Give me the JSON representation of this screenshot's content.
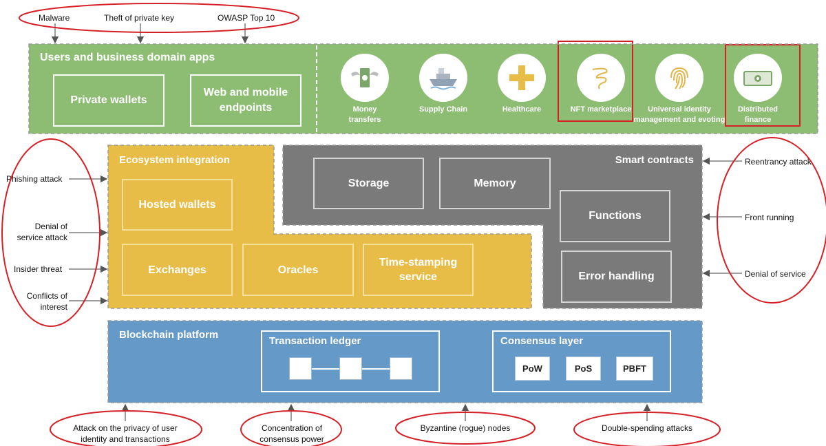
{
  "top_threats": [
    "Malware",
    "Theft of private key",
    "OWASP Top 10"
  ],
  "users_layer": {
    "title": "Users and business domain apps",
    "boxes": [
      "Private wallets",
      "Web and mobile endpoints"
    ],
    "apps": [
      {
        "label": "Money transfers",
        "icon": "money-wings-icon"
      },
      {
        "label": "Supply Chain",
        "icon": "cargo-ship-icon"
      },
      {
        "label": "Healthcare",
        "icon": "plus-cross-icon"
      },
      {
        "label": "NFT marketplace",
        "icon": "squiggle-icon"
      },
      {
        "label": "Universal identity management and evoting",
        "icon": "fingerprint-icon"
      },
      {
        "label": "Distributed finance",
        "icon": "banknote-icon"
      }
    ]
  },
  "ecosystem": {
    "title": "Ecosystem integration",
    "boxes": [
      "Hosted wallets",
      "Exchanges",
      "Oracles",
      "Time-stamping service"
    ]
  },
  "smart_contracts": {
    "title": "Smart contracts",
    "boxes": [
      "Storage",
      "Memory",
      "Functions",
      "Error handling"
    ]
  },
  "blockchain": {
    "title": "Blockchain platform",
    "ledger_title": "Transaction ledger",
    "consensus_title": "Consensus layer",
    "consensus": [
      "PoW",
      "PoS",
      "PBFT"
    ]
  },
  "left_threats": [
    "Phishing attack",
    "Denial of service attack",
    "Insider threat",
    "Conflicts of interest"
  ],
  "right_threats": [
    "Reentrancy attack",
    "Front running",
    "Denial of service"
  ],
  "bottom_threats": [
    "Attack on the privacy of user identity and transactions",
    "Concentration of consensus power",
    "Byzantine (rogue) nodes",
    "Double-spending attacks"
  ],
  "colors": {
    "green": "#8dbd73",
    "yellow": "#e8bd47",
    "gray": "#7a7a7a",
    "blue": "#6599c8",
    "highlight_red": "#d42127"
  }
}
